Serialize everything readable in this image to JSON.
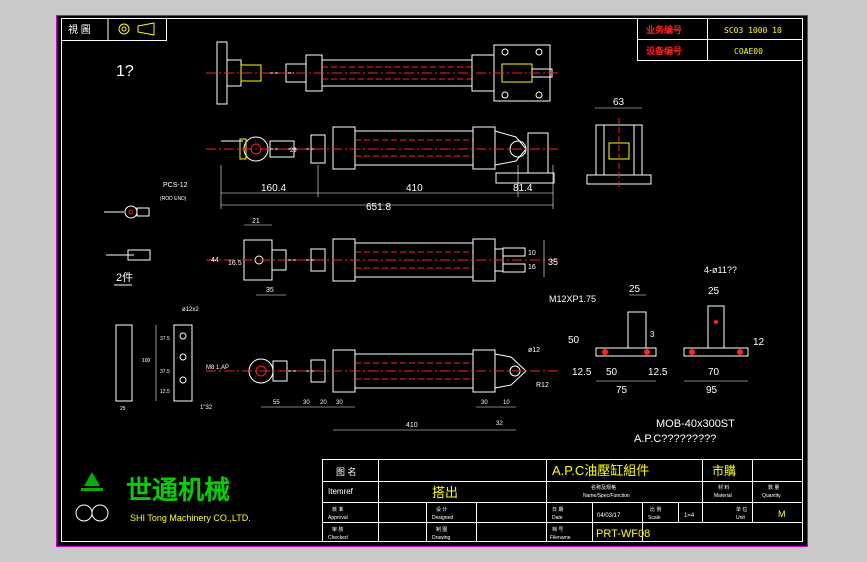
{
  "header": {
    "view_label": "視 圖",
    "business_no_label": "业务编号",
    "business_no": "SC03 1000 10",
    "equipment_no_label": "设备编号",
    "equipment_no": "COAE00"
  },
  "notes": {
    "part_number": "1?",
    "rod_end_label": "PCS-12",
    "rod_end_sub": "(ROD END)",
    "qty_note": "2件",
    "thread_spec": "M12XP1.75",
    "holes_spec": "4-ø11??",
    "model_spec": "MOB-40x300ST",
    "apc_note": "A.P.C?????????",
    "thread_small": "M8 1.AP",
    "hole_small": "ø12x2",
    "chamfer": "1\"32"
  },
  "dims": {
    "d160": "160.4",
    "d410": "410",
    "d81": "81.4",
    "d651": "651.8",
    "d63": "63",
    "d21": "21",
    "d44": "44",
    "d165": "16.5",
    "d35a": "35",
    "d35b": "35",
    "d10": "10",
    "d16": "16",
    "d25a": "25",
    "d50": "50",
    "d3": "3",
    "d125a": "12.5",
    "d50b": "50",
    "d125b": "12.5",
    "d75": "75",
    "d25b": "25",
    "d12": "12",
    "d70": "70",
    "d95": "95",
    "d55": "55",
    "d30a": "30",
    "d20": "20",
    "d30b": "30",
    "d30c": "30",
    "d10b": "10",
    "d410b": "410",
    "d32": "32",
    "phi12": "ø12",
    "r12": "R12",
    "d29": "29",
    "v100": "100",
    "v375a": "37.5",
    "v375b": "37.5",
    "v125": "12.5",
    "v25": "25"
  },
  "title_block": {
    "company_cn": "世通机械",
    "company_en": "SHI Tong Machinery CO.,LTD.",
    "drawing_name_label": "图 名",
    "drawing_name_label_en": "Itemref",
    "drawing_name": "搭出",
    "part_title": "A.P.C油壓缸組件",
    "part_title_sub": "名称及规格",
    "part_title_sub_en": "Name/Spec/Function",
    "material": "市購",
    "material_label": "材 料",
    "material_label_en": "Material",
    "qty_label": "数 量",
    "qty_label_en": "Quantity",
    "approved_label": "核 准",
    "approved_label_en": "Approval",
    "designed_label": "设 计",
    "designed_label_en": "Designed",
    "date_label": "日 期",
    "date_label_en": "Date",
    "date": "04/03/17",
    "scale_label": "比 例",
    "scale_label_en": "Scale",
    "scale": "1=4",
    "unit_label": "单 位",
    "unit_label_en": "Unit",
    "unit": "M",
    "checked_label": "审 核",
    "checked_label_en": "Checked",
    "drawing_label": "制 图",
    "drawing_label_en": "Drawing",
    "file_label": "档 号",
    "file_label_en": "Filename",
    "file_no": "PRT-WF08"
  }
}
